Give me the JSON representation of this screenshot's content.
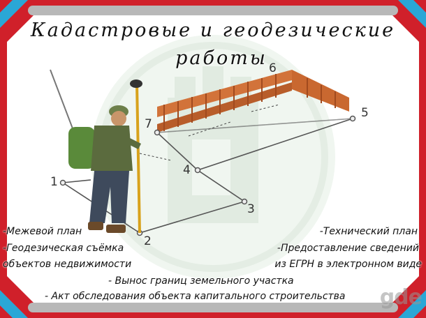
{
  "title": {
    "line1": "Кадастровые и геодезические",
    "line2": "работы"
  },
  "points": [
    "1",
    "2",
    "3",
    "4",
    "5",
    "6",
    "7"
  ],
  "left_services": [
    "-Межевой план",
    "-Геодезическая съёмка",
    "объектов недвижимости"
  ],
  "right_services": [
    "-Технический план",
    "-Предоставление сведений",
    "из ЕГРН в электронном виде"
  ],
  "center_services": [
    "- Вынос границ земельного участка",
    "- Акт обследования объекта капитального строительства"
  ],
  "watermark": "gde",
  "colors": {
    "frame_red": "#d0202a",
    "frame_blue": "#2aa7d6",
    "fence": "#d2733a",
    "emblem": "#c9dcc9"
  }
}
